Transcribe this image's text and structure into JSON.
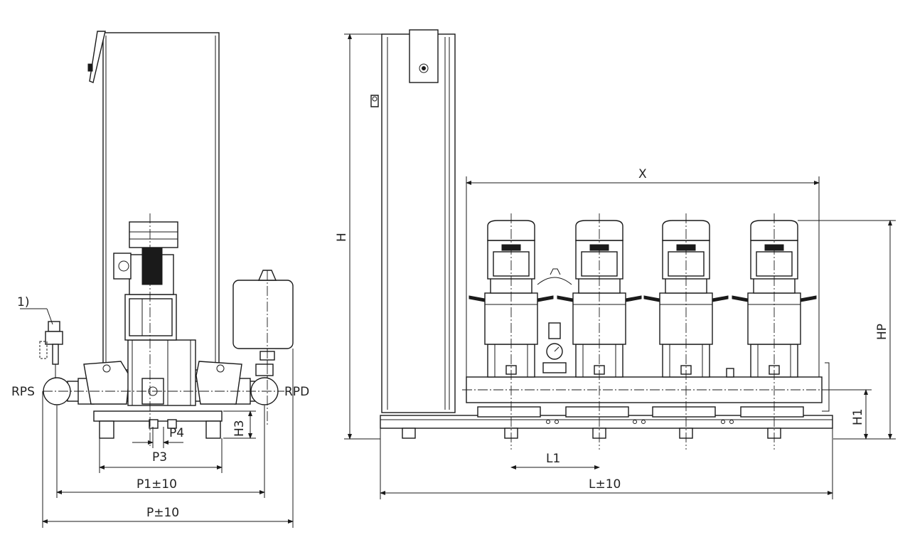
{
  "labels": {
    "note": "1)",
    "rps": "RPS",
    "rpd": "RPD",
    "h3": "H3",
    "p4": "P4",
    "p3": "P3",
    "p1": "P1±10",
    "p": "P±10",
    "h": "H",
    "x": "X",
    "hp": "HP",
    "h1": "H1",
    "l1": "L1",
    "l": "L±10"
  }
}
